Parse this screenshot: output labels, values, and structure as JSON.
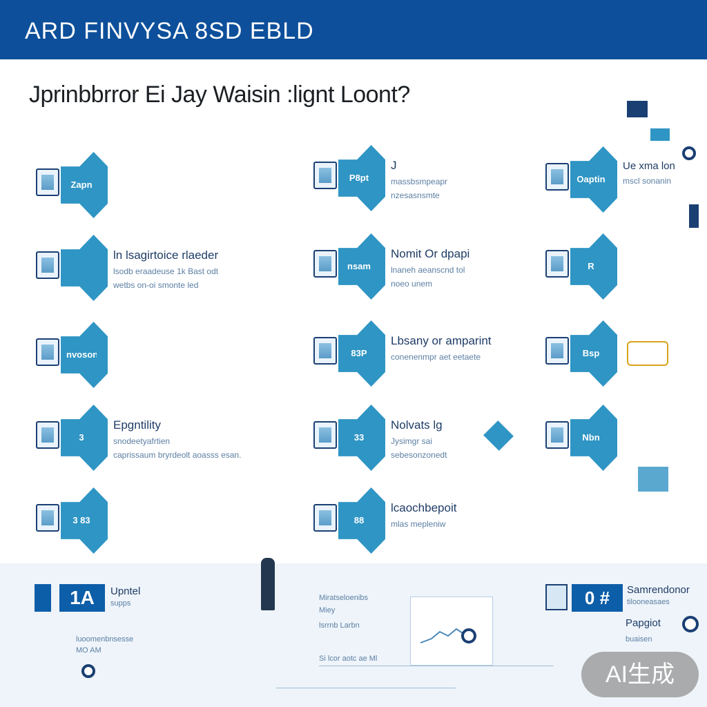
{
  "header": {
    "title": "ARD FINVYSA 8SD EBLD"
  },
  "page": {
    "title": "Jprinbbrror Ei Jay Waisin :lignt Loont?"
  },
  "cards": [
    {
      "glyph": "Zapn",
      "title": "",
      "line1": "",
      "line2": ""
    },
    {
      "glyph": "P8pt",
      "title": "J",
      "line1": "massbsmpeapr",
      "line2": "nzesasnsmte"
    },
    {
      "glyph": "Oaptin",
      "title": "Ue xma lon",
      "line1": "mscl sonanin",
      "line2": ""
    },
    {
      "glyph": "",
      "title": "ln lsagirtoice rlaeder",
      "line1": "lsodb eraadeuse 1k Bast odt",
      "line2": "wetbs on-oi smonte led"
    },
    {
      "glyph": "nsam",
      "title": "Nomit Or dpapi",
      "line1": "lnaneh aeanscnd tol",
      "line2": "noeo unem"
    },
    {
      "glyph": "R",
      "title": "",
      "line1": "",
      "line2": ""
    },
    {
      "glyph": "nvosonal",
      "title": "",
      "line1": "",
      "line2": ""
    },
    {
      "glyph": "83P",
      "title": "Lbsany or amparint",
      "line1": "conenenmpr aet eetaete",
      "line2": ""
    },
    {
      "glyph": "Bsp",
      "title": "",
      "line1": "",
      "line2": ""
    },
    {
      "glyph": "3",
      "title": "Epgntility",
      "line1": "snodeetyafrtien",
      "line2": "caprissaum bryrdeolt aoasss esan."
    },
    {
      "glyph": "33",
      "title": "Nolvats lg",
      "line1": "Jysimgr sai",
      "line2": "sebesonzonedt"
    },
    {
      "glyph": "Nbn",
      "title": "",
      "line1": "",
      "line2": ""
    },
    {
      "glyph": "3 83",
      "title": "",
      "line1": "",
      "line2": ""
    },
    {
      "glyph": "88",
      "title": "lcaochbepoit",
      "line1": "mlas mepleniw",
      "line2": ""
    }
  ],
  "bottom": {
    "badge_left": "1A",
    "left_title": "Upntel",
    "left_sub": "supps",
    "left_note1": "luoomenbnsesse",
    "left_note2": "MO AM",
    "mid_line1": "Miratseloenibs",
    "mid_line2": "Miey",
    "mid_line3": "lsrrnb Larbn",
    "mid_line4": "Si lcor aotc ae Ml",
    "badge_right": "0 #",
    "right_title": "Samrendonor",
    "right_sub": "tilooneasaes",
    "right_title2": "Papgiot",
    "right_sub2": "buaisen",
    "watermark": "AI生成"
  },
  "colors": {
    "header": "#0d4f9a",
    "arrow": "#2f95c4",
    "navy": "#1a3f73"
  }
}
